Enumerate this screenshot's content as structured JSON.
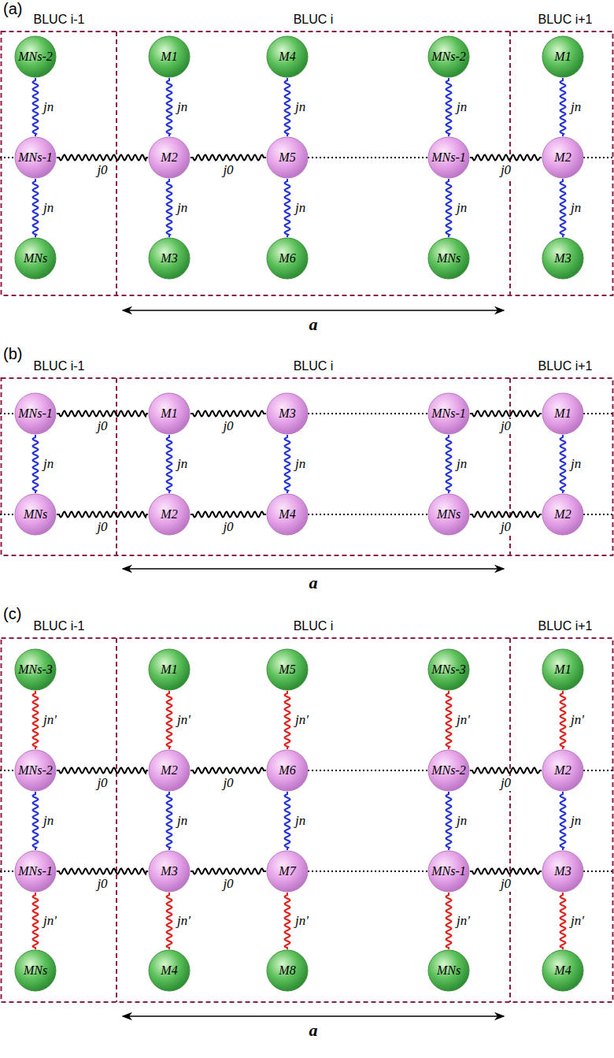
{
  "diagram": {
    "nodes": [
      {
        "text": [
          "MNs-2"
        ]
      },
      {
        "text": [
          "MNs-1"
        ]
      },
      {
        "text": [
          "MNs"
        ]
      },
      {
        "text": [
          "M1"
        ]
      },
      {
        "text": [
          "M2"
        ]
      },
      {
        "text": [
          "M3"
        ]
      },
      {
        "text": [
          "M4"
        ]
      },
      {
        "text": [
          "M5"
        ]
      },
      {
        "text": [
          "M6"
        ]
      },
      {
        "text": [
          "MNs-2"
        ]
      },
      {
        "text": [
          "MNs-1"
        ]
      },
      {
        "text": [
          "MNs"
        ]
      },
      {
        "text": [
          "M1"
        ]
      },
      {
        "text": [
          "M2"
        ]
      },
      {
        "text": [
          "M3"
        ]
      },
      {
        "text": [
          "MNs-1"
        ]
      },
      {
        "text": [
          "MNs"
        ]
      },
      {
        "text": [
          "M1"
        ]
      },
      {
        "text": [
          "M2"
        ]
      },
      {
        "text": [
          "M3"
        ]
      },
      {
        "text": [
          "M4"
        ]
      },
      {
        "text": [
          "MNs-1"
        ]
      },
      {
        "text": [
          "MNs"
        ]
      },
      {
        "text": [
          "M1"
        ]
      },
      {
        "text": [
          "M2"
        ]
      },
      {
        "text": [
          "MNs-3"
        ]
      },
      {
        "text": [
          "MNs-2"
        ]
      },
      {
        "text": [
          "MNs-1"
        ]
      },
      {
        "text": [
          "MNs"
        ]
      },
      {
        "text": [
          "M1"
        ]
      },
      {
        "text": [
          "M2"
        ]
      },
      {
        "text": [
          "M3"
        ]
      },
      {
        "text": [
          "M4"
        ]
      },
      {
        "text": [
          "M5"
        ]
      },
      {
        "text": [
          "M6"
        ]
      },
      {
        "text": [
          "M7"
        ]
      },
      {
        "text": [
          "M8"
        ]
      },
      {
        "text": [
          "MNs-3"
        ]
      },
      {
        "text": [
          "MNs-2"
        ]
      },
      {
        "text": [
          "MNs-1"
        ]
      },
      {
        "text": [
          "MNs"
        ]
      },
      {
        "text": [
          "M1"
        ]
      },
      {
        "text": [
          "M2"
        ]
      },
      {
        "text": [
          "M3"
        ]
      },
      {
        "text": [
          "M4"
        ]
      }
    ],
    "edges": [
      {
        "from": 0,
        "to": 1,
        "arrow": "none",
        "label": "jn"
      },
      {
        "from": 1,
        "to": 2,
        "arrow": "none",
        "label": "jn"
      },
      {
        "from": 3,
        "to": 4,
        "arrow": "none",
        "label": "jn"
      },
      {
        "from": 4,
        "to": 5,
        "arrow": "none",
        "label": "jn"
      },
      {
        "from": 6,
        "to": 7,
        "arrow": "none",
        "label": "jn"
      },
      {
        "from": 7,
        "to": 8,
        "arrow": "none",
        "label": "jn"
      },
      {
        "from": 9,
        "to": 10,
        "arrow": "none",
        "label": "jn"
      },
      {
        "from": 10,
        "to": 11,
        "arrow": "none",
        "label": "jn"
      },
      {
        "from": 12,
        "to": 13,
        "arrow": "none",
        "label": "jn"
      },
      {
        "from": 13,
        "to": 14,
        "arrow": "none",
        "label": "jn"
      },
      {
        "from": 1,
        "to": 4,
        "arrow": "none",
        "label": "j0"
      },
      {
        "from": 4,
        "to": 7,
        "arrow": "none",
        "label": "j0"
      },
      {
        "from": 10,
        "to": 13,
        "arrow": "none",
        "label": "j0"
      },
      {
        "from": 15,
        "to": 16,
        "arrow": "none",
        "label": "jn"
      },
      {
        "from": 17,
        "to": 18,
        "arrow": "none",
        "label": "jn"
      },
      {
        "from": 19,
        "to": 20,
        "arrow": "none",
        "label": "jn"
      },
      {
        "from": 21,
        "to": 22,
        "arrow": "none",
        "label": "jn"
      },
      {
        "from": 23,
        "to": 24,
        "arrow": "none",
        "label": "jn"
      },
      {
        "from": 15,
        "to": 17,
        "arrow": "none",
        "label": "j0"
      },
      {
        "from": 17,
        "to": 19,
        "arrow": "none",
        "label": "j0"
      },
      {
        "from": 21,
        "to": 23,
        "arrow": "none",
        "label": "j0"
      },
      {
        "from": 16,
        "to": 18,
        "arrow": "none",
        "label": "j0"
      },
      {
        "from": 18,
        "to": 20,
        "arrow": "none",
        "label": "j0"
      },
      {
        "from": 22,
        "to": 24,
        "arrow": "none",
        "label": "j0"
      },
      {
        "from": 25,
        "to": 26,
        "arrow": "none",
        "label": "jn'"
      },
      {
        "from": 26,
        "to": 27,
        "arrow": "none",
        "label": "jn"
      },
      {
        "from": 27,
        "to": 28,
        "arrow": "none",
        "label": "jn'"
      },
      {
        "from": 29,
        "to": 30,
        "arrow": "none",
        "label": "jn'"
      },
      {
        "from": 30,
        "to": 31,
        "arrow": "none",
        "label": "jn"
      },
      {
        "from": 31,
        "to": 32,
        "arrow": "none",
        "label": "jn'"
      },
      {
        "from": 33,
        "to": 34,
        "arrow": "none",
        "label": "jn'"
      },
      {
        "from": 34,
        "to": 35,
        "arrow": "none",
        "label": "jn"
      },
      {
        "from": 35,
        "to": 36,
        "arrow": "none",
        "label": "jn'"
      },
      {
        "from": 37,
        "to": 38,
        "arrow": "none",
        "label": "jn'"
      },
      {
        "from": 38,
        "to": 39,
        "arrow": "none",
        "label": "jn"
      },
      {
        "from": 39,
        "to": 40,
        "arrow": "none",
        "label": "jn'"
      },
      {
        "from": 41,
        "to": 42,
        "arrow": "none",
        "label": "jn'"
      },
      {
        "from": 42,
        "to": 43,
        "arrow": "none",
        "label": "jn"
      },
      {
        "from": 43,
        "to": 44,
        "arrow": "none",
        "label": "jn'"
      },
      {
        "from": 26,
        "to": 30,
        "arrow": "none",
        "label": "j0"
      },
      {
        "from": 30,
        "to": 34,
        "arrow": "none",
        "label": "j0"
      },
      {
        "from": 38,
        "to": 42,
        "arrow": "none",
        "label": "j0"
      },
      {
        "from": 27,
        "to": 31,
        "arrow": "none",
        "label": "j0"
      },
      {
        "from": 31,
        "to": 35,
        "arrow": "none",
        "label": "j0"
      },
      {
        "from": 39,
        "to": 43,
        "arrow": "none",
        "label": "j0"
      }
    ],
    "labels": [
      "(a)",
      "BLUC i-1",
      "BLUC i",
      "BLUC i+1",
      "a",
      "(b)",
      "BLUC i-1",
      "BLUC i",
      "BLUC i+1",
      "a",
      "(c)",
      "BLUC i-1",
      "BLUC i",
      "BLUC i+1",
      "a"
    ]
  }
}
